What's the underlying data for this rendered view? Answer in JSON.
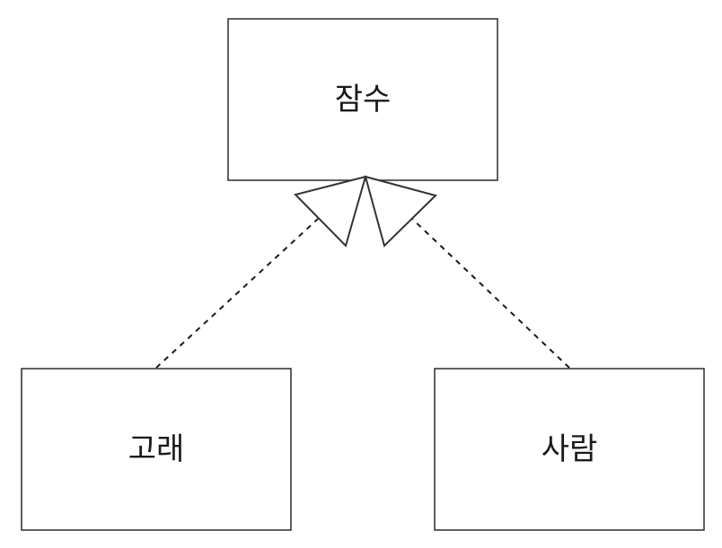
{
  "diagram": {
    "nodes": {
      "parent": {
        "label": "잠수"
      },
      "left_child": {
        "label": "고래"
      },
      "right_child": {
        "label": "사람"
      }
    },
    "edges": [
      {
        "from": "고래",
        "to": "잠수",
        "type": "realization",
        "style": "dashed"
      },
      {
        "from": "사람",
        "to": "잠수",
        "type": "realization",
        "style": "dashed"
      }
    ],
    "colors": {
      "stroke": "#2b2b2b",
      "background": "#ffffff"
    }
  }
}
